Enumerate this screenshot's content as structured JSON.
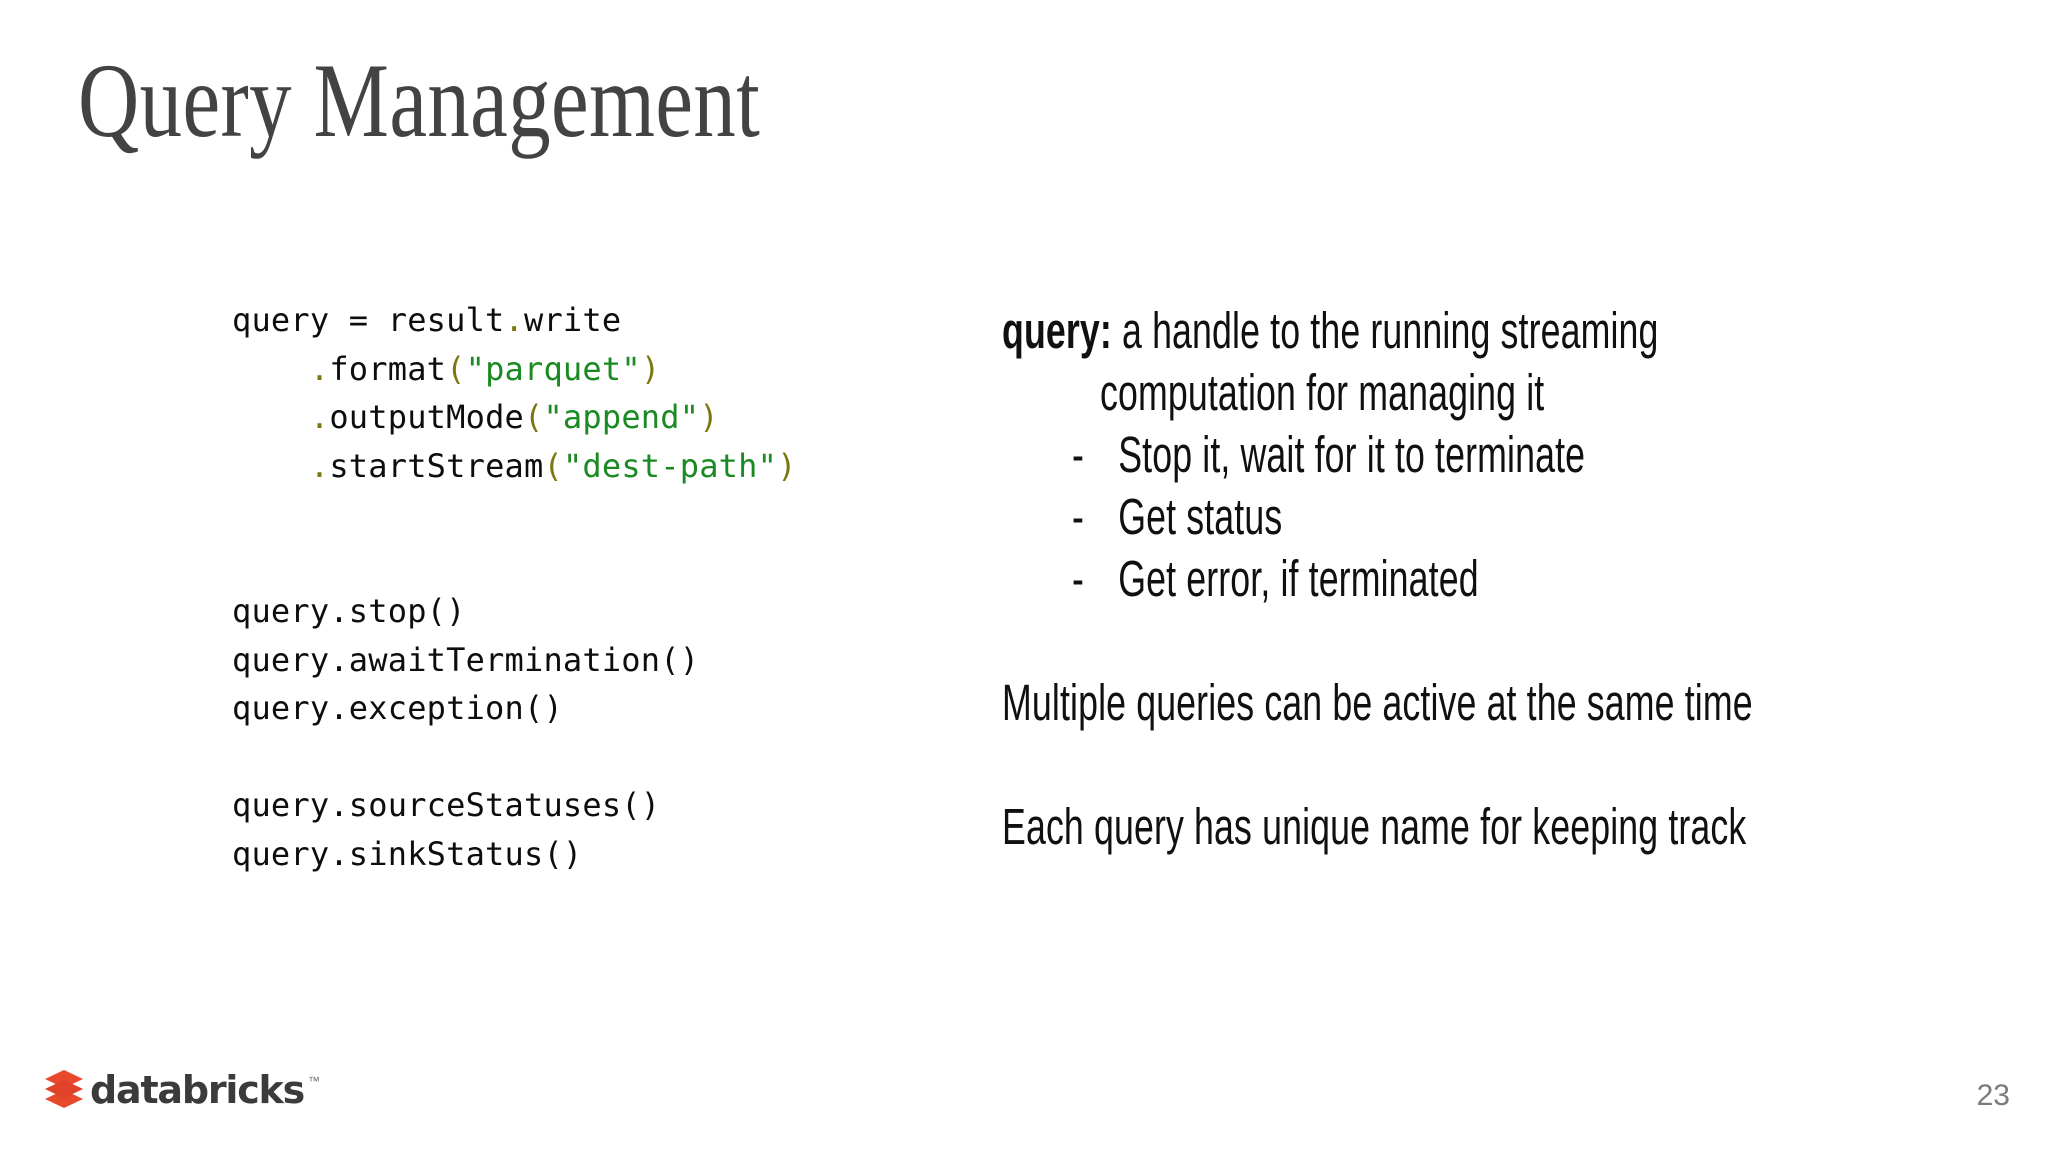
{
  "slide": {
    "title": "Query Management",
    "page_number": "23",
    "background_color": "#ffffff",
    "title_color": "#434343"
  },
  "code": {
    "font": "monospace",
    "colors": {
      "plain": "#0d0d0d",
      "punctuation": "#7d7711",
      "string": "#1a8a22"
    },
    "lines": [
      {
        "tokens": [
          {
            "t": "query = result",
            "c": "plain"
          },
          {
            "t": ".",
            "c": "punct"
          },
          {
            "t": "write",
            "c": "plain"
          }
        ]
      },
      {
        "tokens": [
          {
            "t": "    ",
            "c": "plain"
          },
          {
            "t": ".",
            "c": "punct"
          },
          {
            "t": "format",
            "c": "plain"
          },
          {
            "t": "(",
            "c": "punct"
          },
          {
            "t": "\"parquet\"",
            "c": "string"
          },
          {
            "t": ")",
            "c": "punct"
          }
        ]
      },
      {
        "tokens": [
          {
            "t": "    ",
            "c": "plain"
          },
          {
            "t": ".",
            "c": "punct"
          },
          {
            "t": "outputMode",
            "c": "plain"
          },
          {
            "t": "(",
            "c": "punct"
          },
          {
            "t": "\"append\"",
            "c": "string"
          },
          {
            "t": ")",
            "c": "punct"
          }
        ]
      },
      {
        "tokens": [
          {
            "t": "    ",
            "c": "plain"
          },
          {
            "t": ".",
            "c": "punct"
          },
          {
            "t": "startStream",
            "c": "plain"
          },
          {
            "t": "(",
            "c": "punct"
          },
          {
            "t": "\"dest-path\"",
            "c": "string"
          },
          {
            "t": ")",
            "c": "punct"
          }
        ]
      },
      {
        "tokens": []
      },
      {
        "tokens": []
      },
      {
        "tokens": [
          {
            "t": "query.stop()",
            "c": "plain"
          }
        ]
      },
      {
        "tokens": [
          {
            "t": "query.awaitTermination()",
            "c": "plain"
          }
        ]
      },
      {
        "tokens": [
          {
            "t": "query.exception()",
            "c": "plain"
          }
        ]
      },
      {
        "tokens": []
      },
      {
        "tokens": [
          {
            "t": "query.sourceStatuses()",
            "c": "plain"
          }
        ]
      },
      {
        "tokens": [
          {
            "t": "query.sinkStatus()",
            "c": "plain"
          }
        ]
      }
    ]
  },
  "notes": {
    "lead_label": "query:",
    "lead_text": " a handle to the running streaming",
    "lead_continuation": "computation for managing it",
    "bullet_marker": "-",
    "bullets": [
      "Stop it, wait for it to terminate",
      "Get status",
      "Get error, if terminated"
    ],
    "paragraphs": [
      "Multiple queries can be active at the same time",
      "Each query has unique name for keeping track"
    ]
  },
  "footer": {
    "logo_word": "databricks",
    "logo_tm": "™",
    "logo_mark_color": "#e8482c",
    "logo_word_color": "#3b3b3b"
  }
}
